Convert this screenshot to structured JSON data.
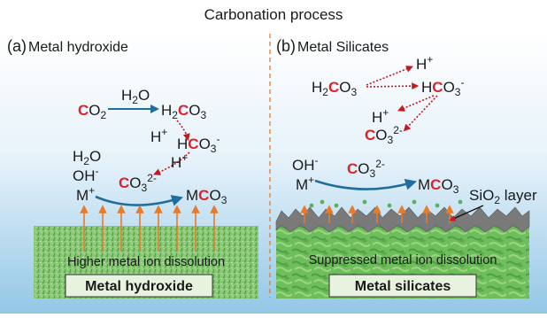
{
  "title": "Carbonation process",
  "colors": {
    "red_atom": "#e0202a",
    "blue_arrow": "#1f6e9c",
    "red_dotted": "#c8161d",
    "orange_arrow": "#e87a2a",
    "sky_top": "#ffffff",
    "sky_bottom": "#9fcde9",
    "block_green": "#7cc36a",
    "silica_gray": "#7a7a7a"
  },
  "panel_a": {
    "label_prefix": "(a)",
    "label_text": "Metal hydroxide",
    "co2": {
      "c": "C",
      "o": "O",
      "sub": "2"
    },
    "h2o_over_arrow": "H2O",
    "h2co3": {
      "h": "H",
      "hsub": "2",
      "c": "C",
      "o": "O",
      "osub": "3"
    },
    "hplus_1": "H",
    "hco3": {
      "h": "H",
      "c": "C",
      "o": "O",
      "sub": "3",
      "sup": "-"
    },
    "hplus_2": "H",
    "plus_sign": "+",
    "h2o_left": "H2O",
    "oh": "OH",
    "oh_sup": "-",
    "mplus": "M",
    "co3": {
      "c": "C",
      "o": "O",
      "sub": "3",
      "sup": "2-"
    },
    "mco3": {
      "m": "M",
      "c": "C",
      "o": "O",
      "sub": "3"
    },
    "dissolution": "Higher  metal ion dissolution",
    "box_label": "Metal hydroxide"
  },
  "panel_b": {
    "label_prefix": "(b)",
    "label_text": "Metal Silicates",
    "h2co3": {
      "h": "H",
      "hsub": "2",
      "c": "C",
      "o": "O",
      "osub": "3"
    },
    "hplus_top": "H",
    "hco3": {
      "h": "H",
      "c": "C",
      "o": "O",
      "sub": "3",
      "sup": "-"
    },
    "hplus_mid": "H",
    "co3_small": {
      "c": "C",
      "o": "O",
      "sub": "3",
      "sup": "2-"
    },
    "plus_sign": "+",
    "oh": "OH",
    "oh_sup": "-",
    "mplus": "M",
    "co3": {
      "c": "C",
      "o": "O",
      "sub": "3",
      "sup": "2-"
    },
    "mco3": {
      "m": "M",
      "c": "C",
      "o": "O",
      "sub": "3"
    },
    "sio2": "SiO",
    "sio2_sub": "2",
    "sio2_suffix": " layer",
    "dissolution": "Suppressed  metal ion dissolution",
    "box_label": "Metal silicates"
  }
}
